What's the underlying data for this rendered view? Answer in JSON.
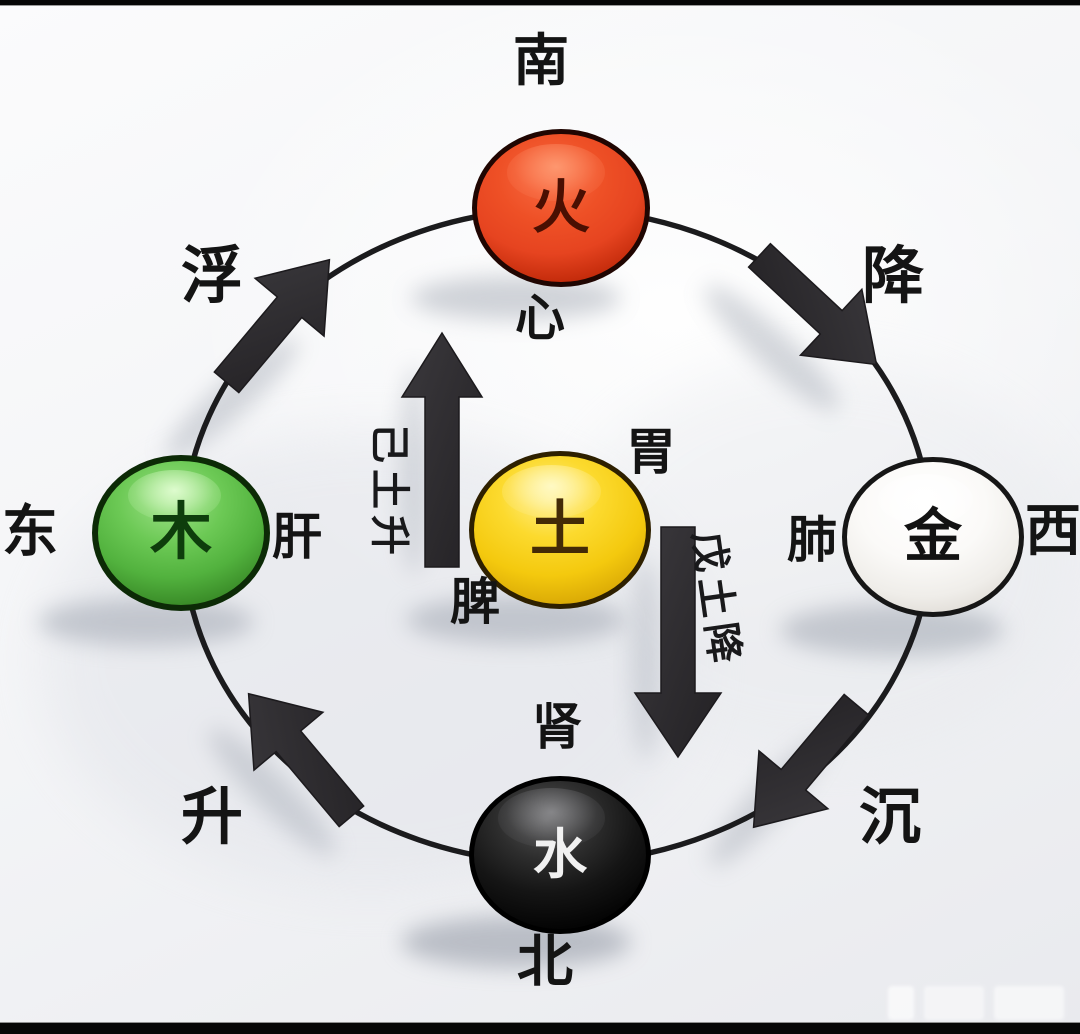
{
  "diagram": {
    "description": "Five elements (wu xing) ascending-descending cycle diagram",
    "nodes": {
      "fire": {
        "element": "火",
        "organ": "心",
        "direction": "南",
        "color": "#e64420"
      },
      "wood": {
        "element": "木",
        "organ": "肝",
        "direction": "东",
        "color": "#52b23e"
      },
      "metal": {
        "element": "金",
        "organ": "肺",
        "direction": "西",
        "color": "#f2f0ec"
      },
      "water": {
        "element": "水",
        "organ": "肾",
        "direction": "北",
        "color": "#0a0a0a"
      },
      "earth": {
        "element": "土",
        "stomach": "胃",
        "spleen": "脾",
        "color": "#f4c90e"
      }
    },
    "motions": {
      "float": "浮",
      "descend": "降",
      "sink": "沉",
      "rise": "升"
    },
    "center_arrows": {
      "up_label": "己土升",
      "down_label": "戊土降"
    },
    "ring_color": "#1b1b1d",
    "arrow_color": "#302e31",
    "background_color": "#f2f3f6"
  }
}
